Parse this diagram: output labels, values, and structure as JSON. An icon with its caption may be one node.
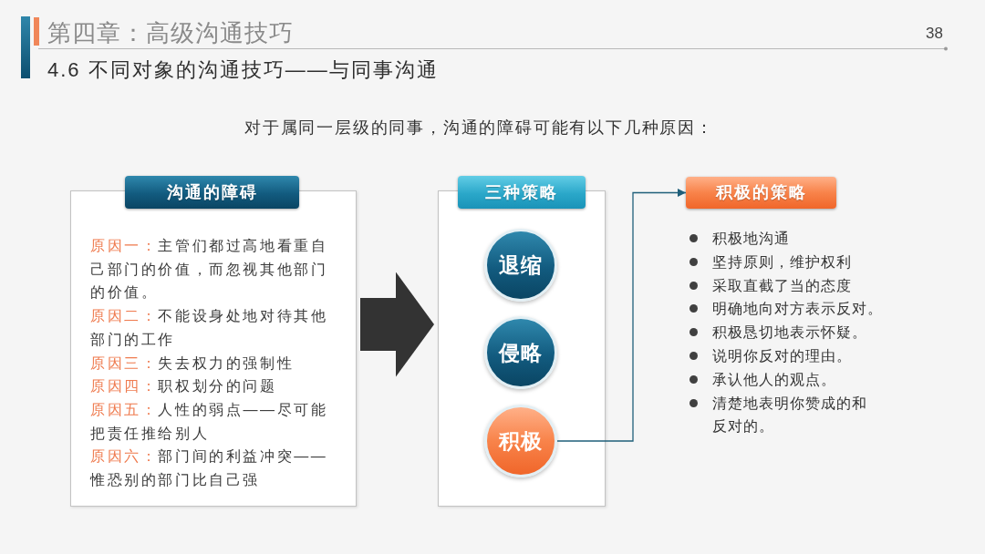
{
  "diagram": {
    "title": "第四章：高级沟通技巧",
    "nodes": [
      {
        "text": [
          "沟通的障碍",
          "**原因一：**主管们都过高地看重自己部门的价值，而忽视其他部门的价值。",
          "**原因二：**不能设身处地对待其他部门的工作",
          "**原因三：**失去权力的强制性",
          "**原因四：**职权划分的问题",
          "**原因五：**人性的弱点——尽可能把责任推给别人",
          "**原因六：**部门间的利益冲突——惟恐别的部门比自己强"
        ]
      },
      {
        "text": [
          "三种策略"
        ]
      },
      {
        "text": [
          "退缩"
        ],
        "in": 1
      },
      {
        "text": [
          "侵略"
        ],
        "in": 1
      },
      {
        "text": [
          "积极"
        ],
        "in": 1
      },
      {
        "text": [
          "积极的策略"
        ],
        "beside": [
          "积极地沟通",
          "坚持原则，维护权利",
          "采取直截了当的态度",
          "明确地向对方表示反对。",
          "积极恳切地表示怀疑。",
          "说明你反对的理由。",
          "承认他人的观点。",
          "清楚地表明你赞成的和反对的。"
        ]
      }
    ],
    "edges": [
      {
        "from": 0,
        "to": 1,
        "arrow": "to",
        "style": "thick",
        "color": "#333333"
      },
      {
        "from": 4,
        "to": 5,
        "arrow": "to"
      }
    ],
    "labels": [
      "38",
      "4.6 不同对象的沟通技巧——与同事沟通",
      "对于属同一层级的同事，沟通的障碍可能有以下几种原因："
    ]
  }
}
